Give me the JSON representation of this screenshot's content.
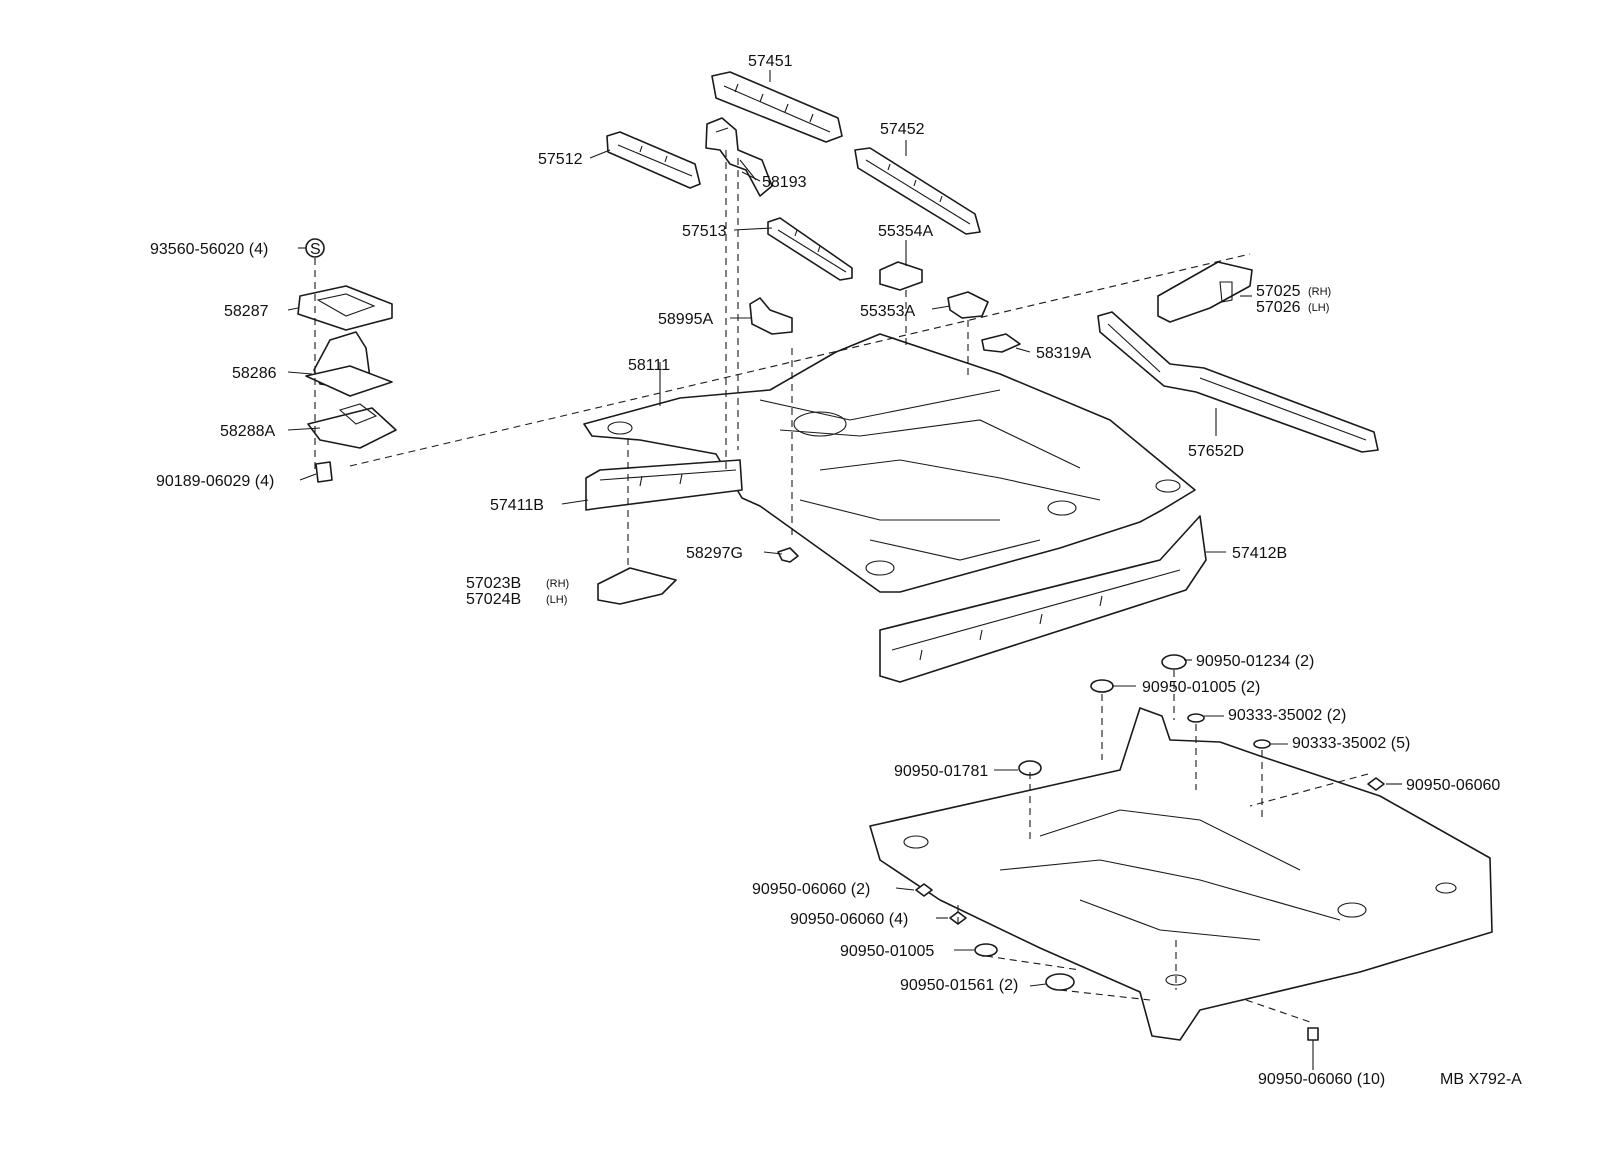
{
  "callouts": {
    "p57451": "57451",
    "p57452": "57452",
    "p57512": "57512",
    "p58193": "58193",
    "p57513": "57513",
    "p55354A": "55354A",
    "p93560": "93560-56020 (4)",
    "s_mark": "S",
    "p57025": "57025",
    "p57025_side": "(RH)",
    "p57026": "57026",
    "p57026_side": "(LH)",
    "p58287": "58287",
    "p58995A": "58995A",
    "p55353A": "55353A",
    "p58319A": "58319A",
    "p58286": "58286",
    "p58111": "58111",
    "p58288A": "58288A",
    "p57652D": "57652D",
    "p90189": "90189-06029 (4)",
    "p57411B": "57411B",
    "p58297G": "58297G",
    "p57412B": "57412B",
    "p57023B": "57023B",
    "p57023B_side": "(RH)",
    "p57024B": "57024B",
    "p57024B_side": "(LH)",
    "p90950_01234": "90950-01234 (2)",
    "p90950_01005_2": "90950-01005 (2)",
    "p90333_2": "90333-35002 (2)",
    "p90333_5": "90333-35002 (5)",
    "p90950_01781": "90950-01781",
    "p90950_06060_a": "90950-06060",
    "p90950_06060_2": "90950-06060 (2)",
    "p90950_06060_4": "90950-06060 (4)",
    "p90950_01005": "90950-01005",
    "p90950_01561": "90950-01561 (2)",
    "p90950_06060_10": "90950-06060 (10)"
  },
  "diagram_code": "MB X792-A"
}
